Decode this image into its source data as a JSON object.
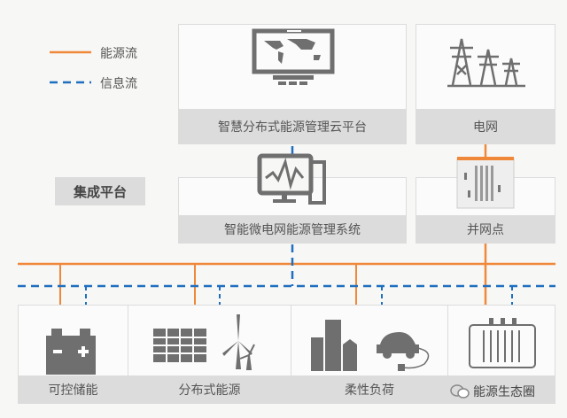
{
  "legend": {
    "energy_flow": "能源流",
    "info_flow": "信息流"
  },
  "colors": {
    "energy": "#f0883a",
    "info": "#1f6fc0",
    "band": "#dcdcdc",
    "icon": "#6f6f6f"
  },
  "integration_label": "集成平台",
  "top": {
    "cloud": "智慧分布式能源管理云平台",
    "grid": "电网"
  },
  "middle": {
    "ems": "智能微电网能源管理系统",
    "pcc": "并网点"
  },
  "bottom": {
    "storage": "可控储能",
    "distributed": "分布式能源",
    "load": "柔性负荷"
  },
  "watermark": "能源生态圈"
}
